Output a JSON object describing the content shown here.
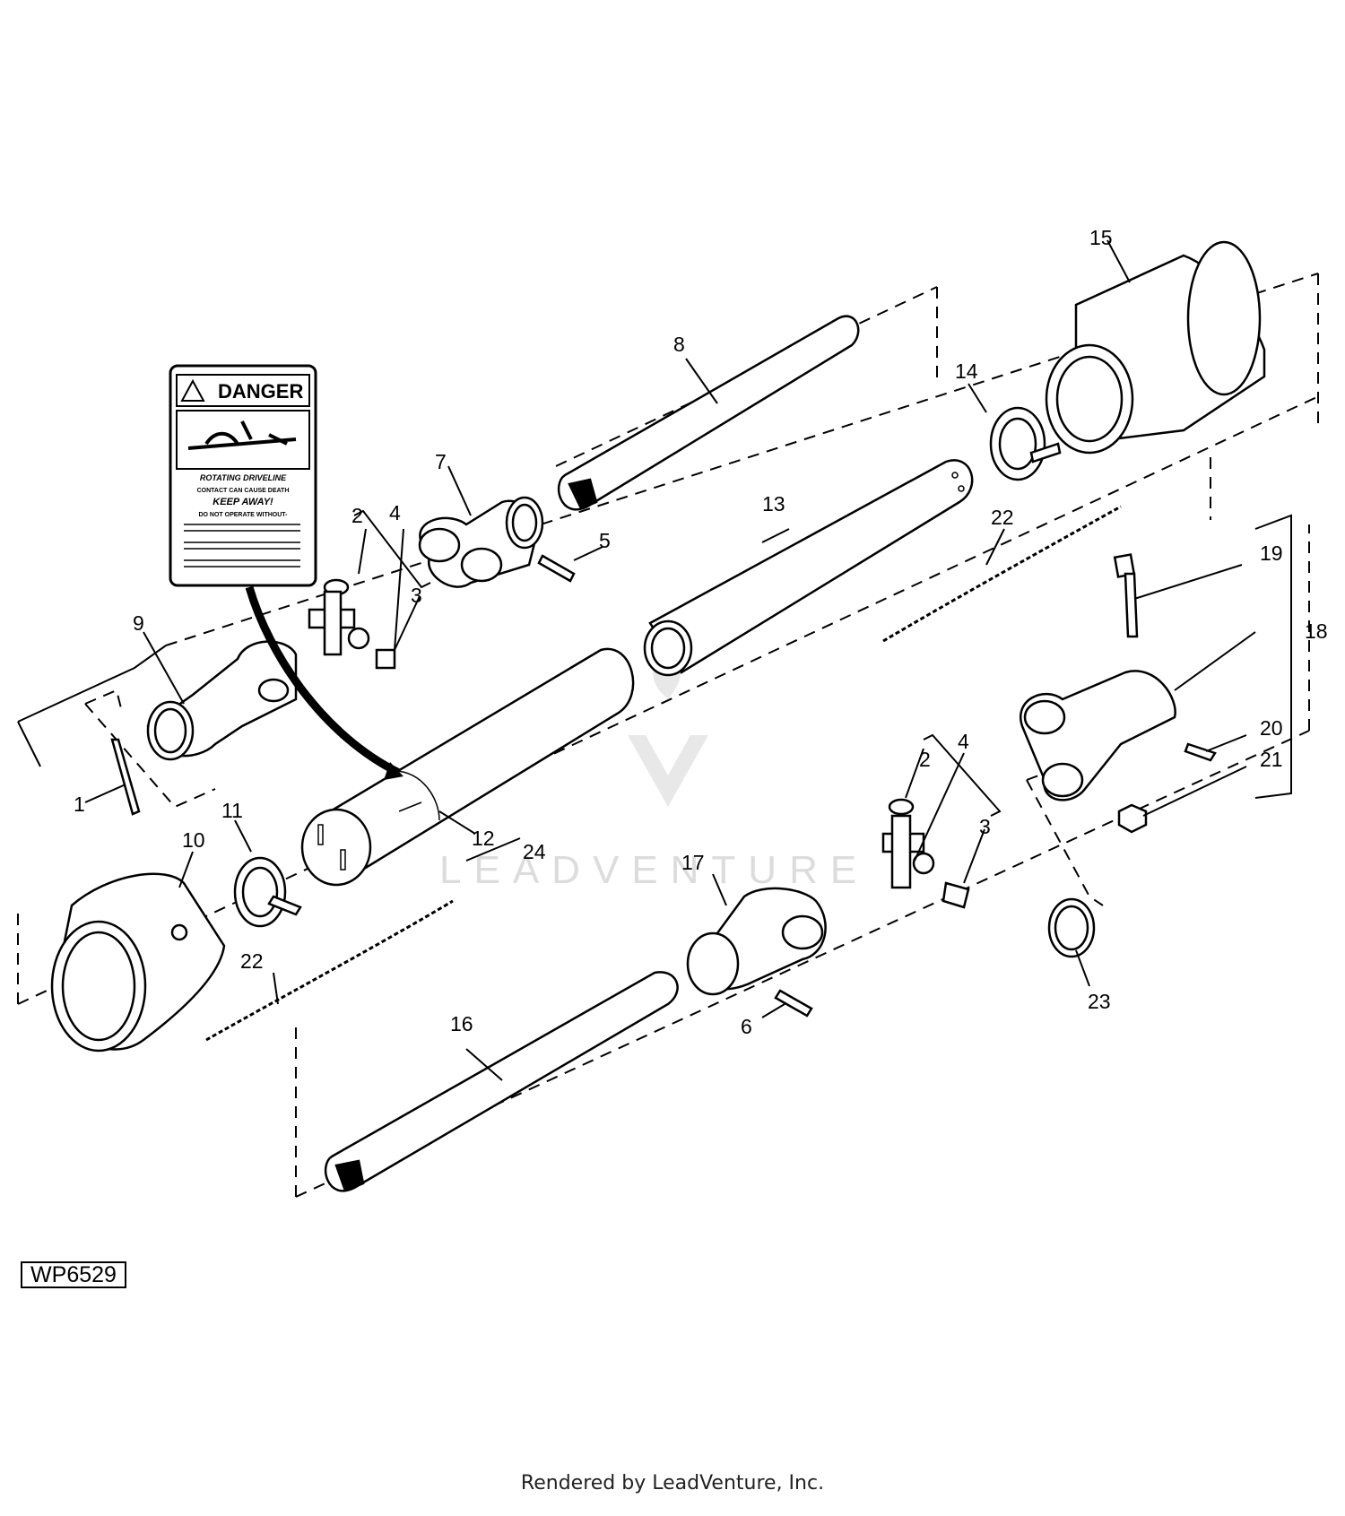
{
  "figure_id": "WP6529",
  "footer": "Rendered by LeadVenture, Inc.",
  "watermark": "LEADVENTURE",
  "danger_label": {
    "heading": "DANGER",
    "line1": "ROTATING DRIVELINE",
    "line2": "CONTACT CAN CAUSE DEATH",
    "line3": "KEEP AWAY!",
    "line4": "DO NOT OPERATE WITHOUT-"
  },
  "callouts": {
    "c1": "1",
    "c2a": "2",
    "c2b": "2",
    "c3a": "3",
    "c3b": "3",
    "c4a": "4",
    "c4b": "4",
    "c5": "5",
    "c6": "6",
    "c7": "7",
    "c8": "8",
    "c9": "9",
    "c10": "10",
    "c11": "11",
    "c12": "12",
    "c13": "13",
    "c14": "14",
    "c15": "15",
    "c16": "16",
    "c17": "17",
    "c18": "18",
    "c19": "19",
    "c20": "20",
    "c21": "21",
    "c22a": "22",
    "c22b": "22",
    "c23": "23",
    "c24": "24"
  }
}
